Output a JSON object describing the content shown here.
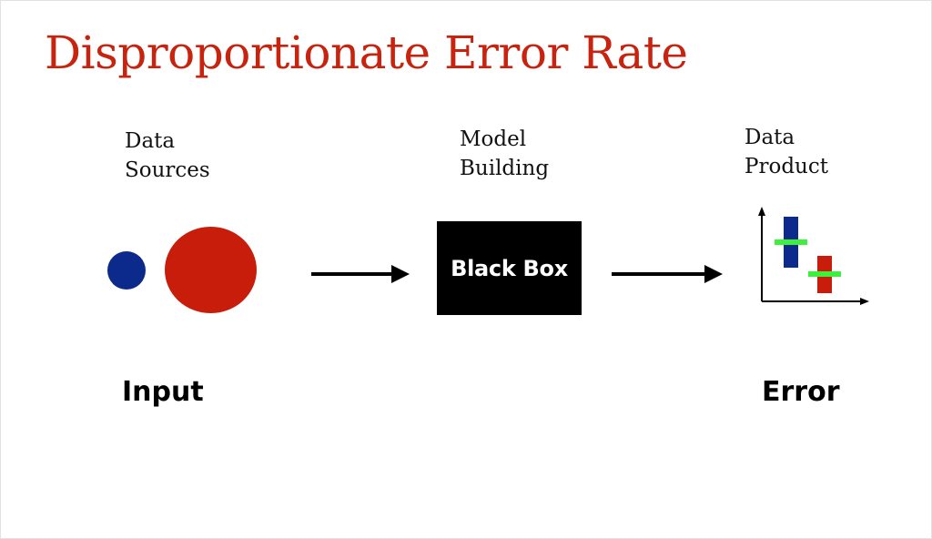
{
  "slide": {
    "title": "Disproportionate Error Rate",
    "colors": {
      "title": "#c8230f",
      "blue": "#0b2a8c",
      "red": "#c81d0a",
      "green": "#3cf03c",
      "box": "#000000"
    }
  },
  "stages": {
    "sources": {
      "line1": "Data",
      "line2": "Sources"
    },
    "model": {
      "line1": "Model",
      "line2": "Building"
    },
    "product": {
      "line1": "Data",
      "line2": "Product"
    }
  },
  "black_box": {
    "label": "Black Box"
  },
  "labels": {
    "input": "Input",
    "error": "Error"
  },
  "icons": {
    "arrow": "right-arrow-icon",
    "chart": "error-bar-chart-icon"
  }
}
